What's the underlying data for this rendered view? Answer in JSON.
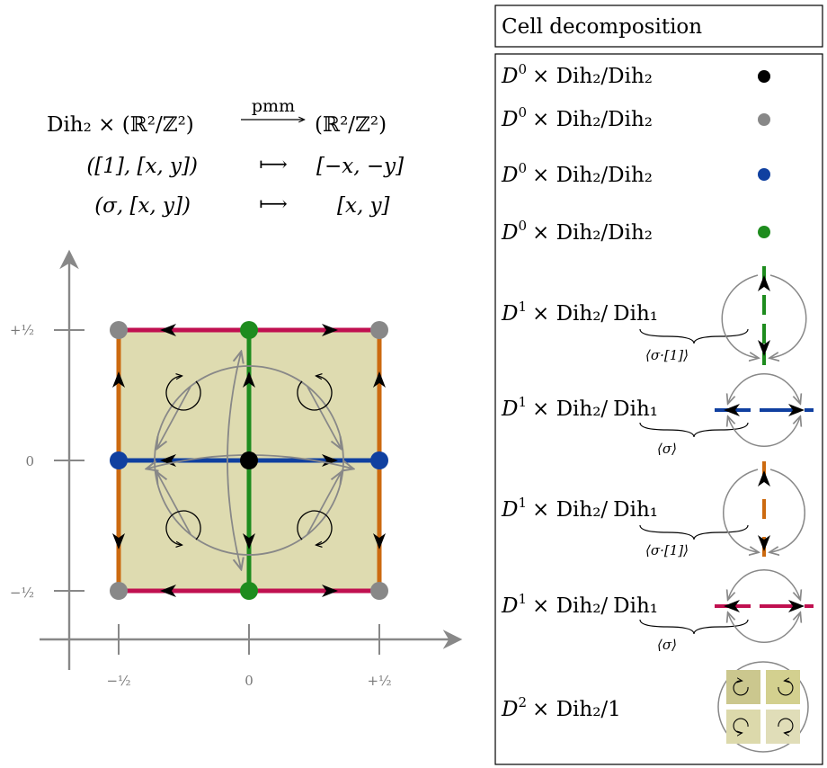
{
  "map": {
    "lhs": "Dih₂ × (ℝ²/ℤ²)",
    "arrow_label": "pmm",
    "rhs": "(ℝ²/ℤ²)",
    "rows": [
      {
        "src": "([1], [x, y])",
        "maps": "⟼",
        "dst": "[−x, −y]"
      },
      {
        "src": "(σ, [x, y])",
        "maps": "⟼",
        "dst": "[x, y]"
      }
    ]
  },
  "axes": {
    "x_ticks": [
      "−½",
      "0",
      "+½"
    ],
    "y_ticks": [
      "+½",
      "0",
      "−½"
    ]
  },
  "colors": {
    "black_vertex": "#000000",
    "gray_vertex": "#888888",
    "blue": "#1040a0",
    "green": "#1e8c1e",
    "orange": "#cc6a10",
    "crimson": "#c01050",
    "fill": "#dedbb0",
    "axis": "#888888",
    "loop": "#888888"
  },
  "legend": {
    "title": "Cell decomposition",
    "rows": [
      {
        "base": "D",
        "dim": "0",
        "quot": "× Dih₂/Dih₂",
        "sub": "",
        "brace": "",
        "icon": "dot-black"
      },
      {
        "base": "D",
        "dim": "0",
        "quot": "× Dih₂/Dih₂",
        "sub": "",
        "brace": "",
        "icon": "dot-gray"
      },
      {
        "base": "D",
        "dim": "0",
        "quot": "× Dih₂/Dih₂",
        "sub": "",
        "brace": "",
        "icon": "dot-blue"
      },
      {
        "base": "D",
        "dim": "0",
        "quot": "× Dih₂/Dih₂",
        "sub": "",
        "brace": "",
        "icon": "dot-green"
      },
      {
        "base": "D",
        "dim": "1",
        "quot": "× Dih₂/",
        "sub": "Dih₁",
        "brace": "⟨σ·[1]⟩",
        "icon": "edge-green"
      },
      {
        "base": "D",
        "dim": "1",
        "quot": "× Dih₂/",
        "sub": "Dih₁",
        "brace": "⟨σ⟩",
        "icon": "edge-blue"
      },
      {
        "base": "D",
        "dim": "1",
        "quot": "× Dih₂/",
        "sub": "Dih₁",
        "brace": "⟨σ·[1]⟩",
        "icon": "edge-orange"
      },
      {
        "base": "D",
        "dim": "1",
        "quot": "× Dih₂/",
        "sub": "Dih₁",
        "brace": "⟨σ⟩",
        "icon": "edge-crimson"
      },
      {
        "base": "D",
        "dim": "2",
        "quot": "× Dih₂/1",
        "sub": "",
        "brace": "",
        "icon": "face"
      }
    ]
  }
}
